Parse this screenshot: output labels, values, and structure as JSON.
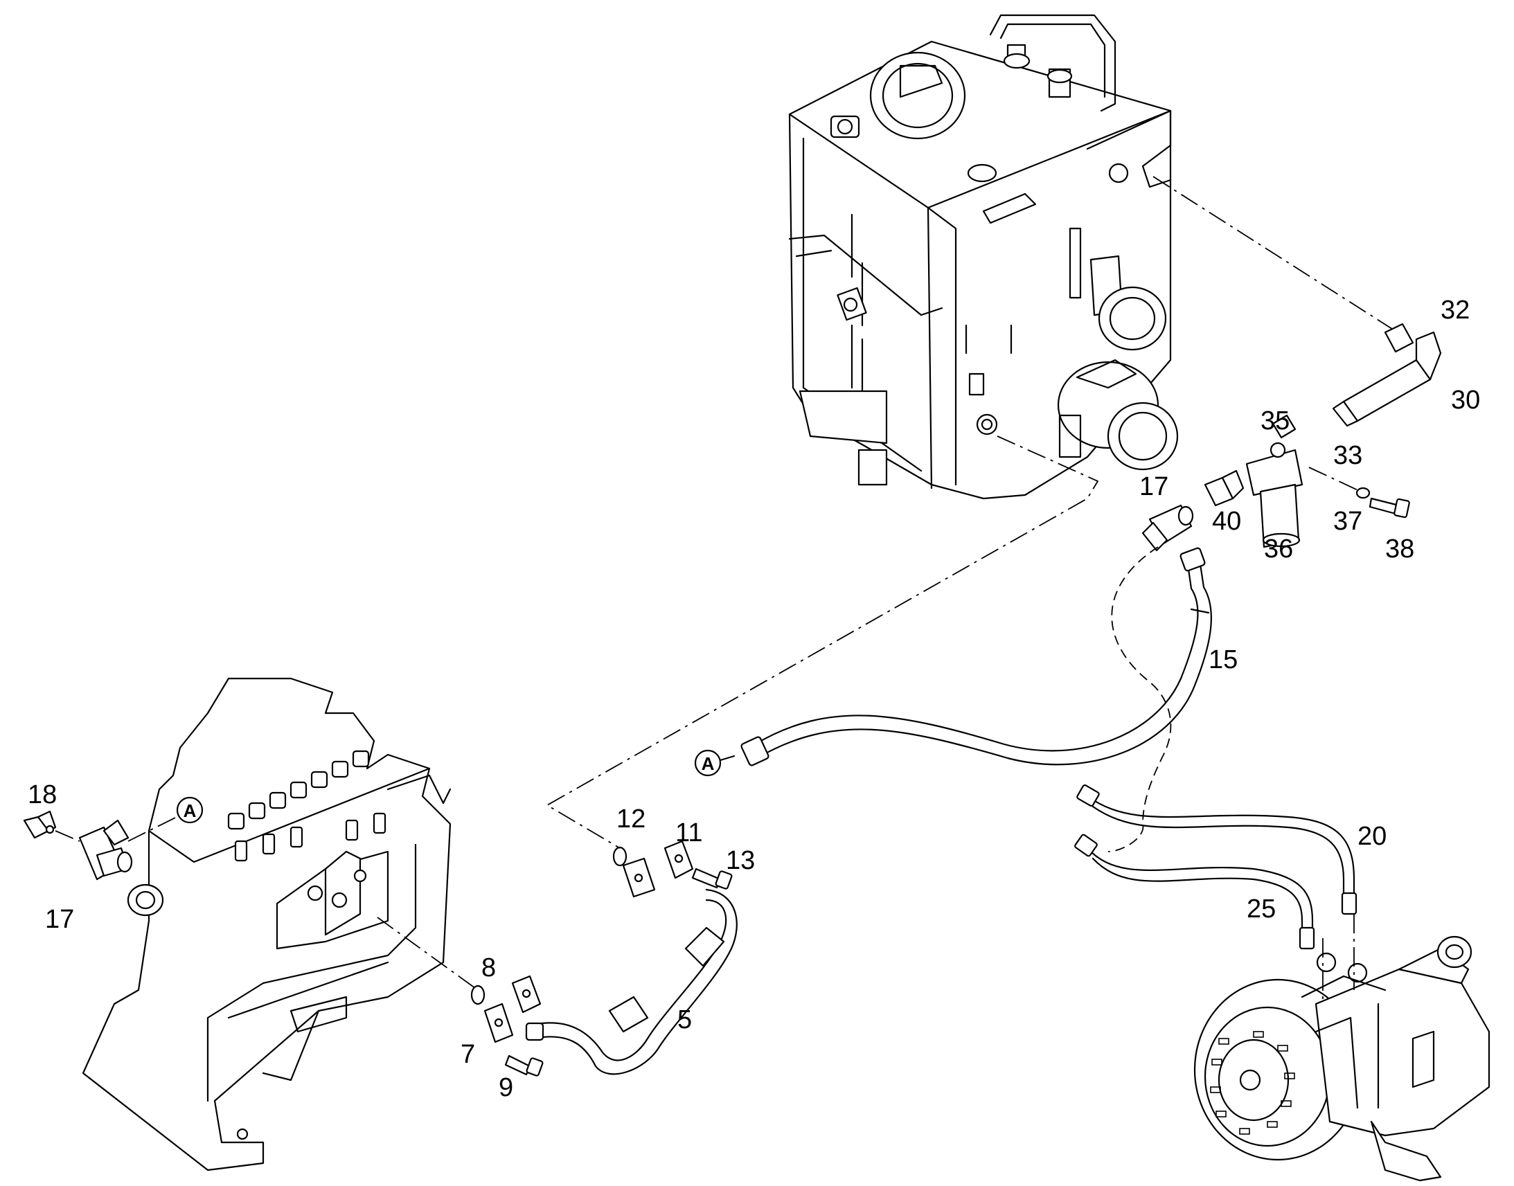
{
  "diagram": {
    "callout": "A",
    "labels": {
      "p5": "5",
      "p7": "7",
      "p8": "8",
      "p9": "9",
      "p11": "11",
      "p12": "12",
      "p13": "13",
      "p15": "15",
      "p17a": "17",
      "p17b": "17",
      "p18": "18",
      "p20": "20",
      "p25": "25",
      "p30": "30",
      "p32": "32",
      "p33": "33",
      "p35": "35",
      "p36": "36",
      "p37": "37",
      "p38": "38",
      "p40": "40"
    }
  }
}
